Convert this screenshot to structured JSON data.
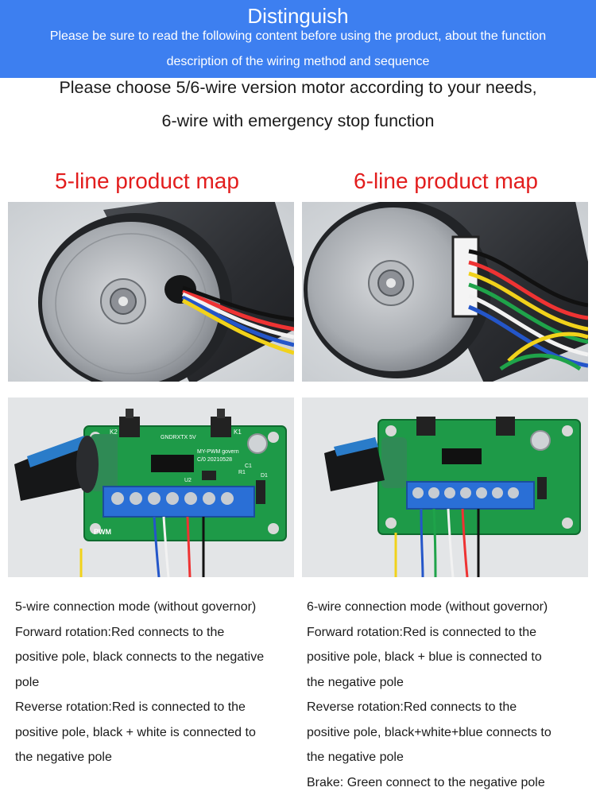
{
  "banner": {
    "title": "Distinguish",
    "line1": "Please be sure to read the following content before using the product, about the function",
    "line2": "description of the wiring method and sequence",
    "color": "#3d7ff0"
  },
  "intro": {
    "line1": "Please choose 5/6-wire version motor according to your needs,",
    "line2": "6-wire with emergency stop function"
  },
  "left": {
    "map_title": "5-line product map",
    "motor_photo": "5-wire-motor-photo",
    "board_photo": "5-wire-board-photo",
    "description": [
      "5-wire connection mode (without governor)",
      "Forward rotation:Red connects to the",
      "positive pole, black connects to the negative",
      "pole",
      "Reverse rotation:Red is connected to the",
      "positive pole, black + white is connected to",
      "the negative pole"
    ]
  },
  "right": {
    "map_title": "6-line product map",
    "motor_photo": "6-wire-motor-photo",
    "board_photo": "6-wire-board-photo",
    "description": [
      "6-wire connection mode (without governor)",
      "Forward rotation:Red is connected to the",
      "positive pole, black + blue is connected to",
      "the negative pole",
      "Reverse rotation:Red connects to the",
      "positive pole, black+white+blue connects to",
      "the negative pole",
      "Brake: Green connect to the negative pole"
    ]
  },
  "board_labels": {
    "k2": "K2",
    "k1": "K1",
    "brand": "GNDRXTX 5V",
    "model": "MY-PWM govern",
    "code": "C/0 20210528",
    "u2": "U2",
    "r1": "R1",
    "d1": "D1",
    "c1": "C1",
    "pwm": "PWM"
  },
  "title_color": "#e21d1d"
}
